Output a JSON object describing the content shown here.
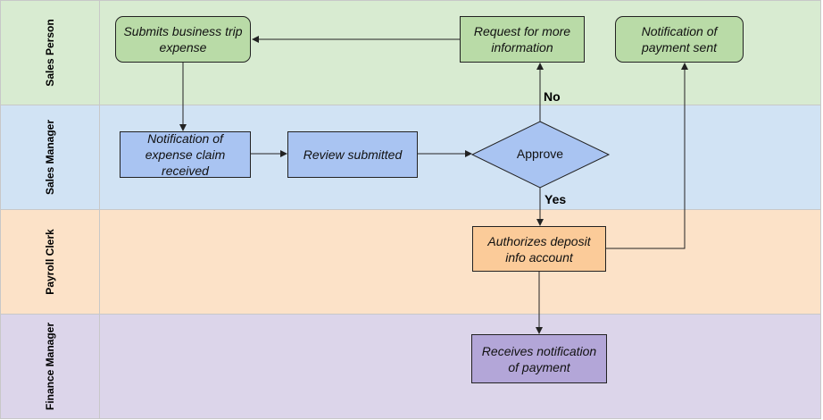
{
  "lanes": [
    {
      "label": "Sales Person",
      "color": "#d8ebd1"
    },
    {
      "label": "Sales Manager",
      "color": "#d1e3f4"
    },
    {
      "label": "Payroll Clerk",
      "color": "#fce2c8"
    },
    {
      "label": "Finance Manager",
      "color": "#dcd5ea"
    }
  ],
  "nodes": {
    "submit": "Submits business trip expense",
    "request_info": "Request for more information",
    "payment_sent": "Notification of payment sent",
    "claim_received": "Notification of expense claim received",
    "review": "Review submitted",
    "approve": "Approve",
    "authorize": "Authorizes deposit info account",
    "receives": "Receives notification of payment"
  },
  "edge_labels": {
    "no": "No",
    "yes": "Yes"
  },
  "colors": {
    "green_node": "#b9dba7",
    "blue_node": "#a9c4f2",
    "diamond": "#a9c4f2",
    "orange_node": "#fbcb99",
    "purple_node": "#b3a6d8",
    "arrow": "#222222"
  }
}
